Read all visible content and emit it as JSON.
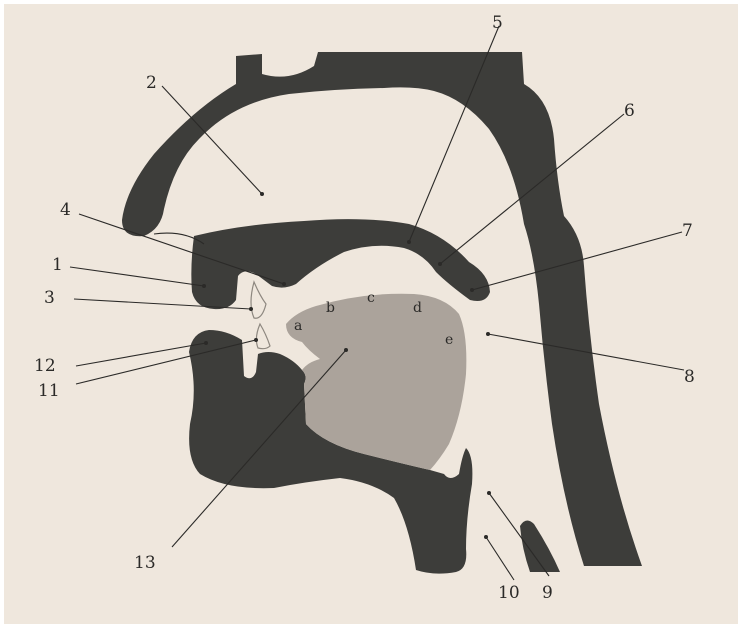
{
  "colors": {
    "background": "#efe7dd",
    "anatomy": "#3d3d3a",
    "tongue": "#aba39b",
    "ink": "#2b2a28"
  },
  "labels": {
    "n1": "1",
    "n2": "2",
    "n3": "3",
    "n4": "4",
    "n5": "5",
    "n6": "6",
    "n7": "7",
    "n8": "8",
    "n9": "9",
    "n10": "10",
    "n11": "11",
    "n12": "12",
    "n13": "13"
  },
  "tongue_parts": {
    "a": "a",
    "b": "b",
    "c": "c",
    "d": "d",
    "e": "e"
  }
}
